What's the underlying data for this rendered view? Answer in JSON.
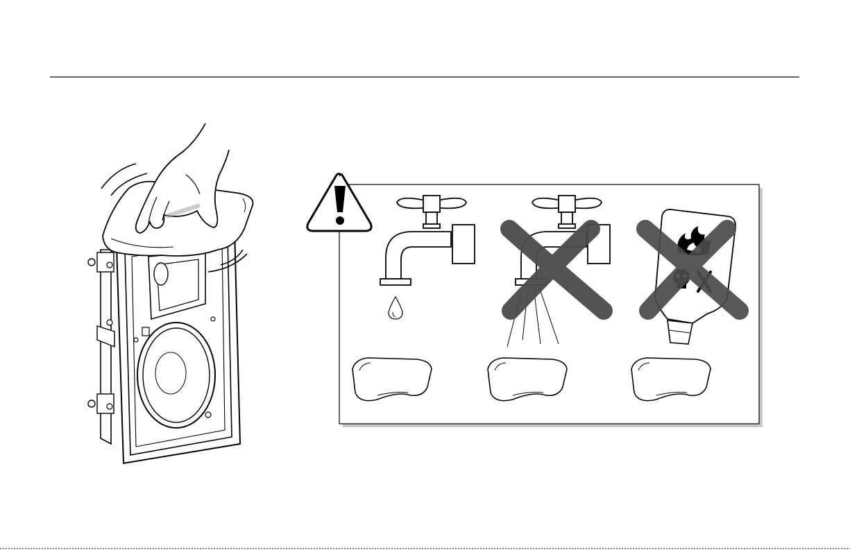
{
  "figure": {
    "left_illustration": {
      "subject": "hand-wiping-in-wall-speaker",
      "icons": [
        "hand-icon",
        "cloth-icon",
        "speaker-icon",
        "motion-lines-icon"
      ]
    },
    "warning_panel": {
      "warning_icon": "exclamation-triangle-icon",
      "options": [
        {
          "id": "damp-cloth",
          "icon": "faucet-drip-icon",
          "allowed": true
        },
        {
          "id": "wet-cloth",
          "icon": "faucet-spray-icon",
          "allowed": false
        },
        {
          "id": "chemical-cleaner",
          "icon": "poison-flammable-bottle-icon",
          "allowed": false
        }
      ]
    },
    "colors": {
      "line": "#000000",
      "cross_out": "#4a4a4a",
      "panel_shadow": "#c8c8c8"
    }
  }
}
